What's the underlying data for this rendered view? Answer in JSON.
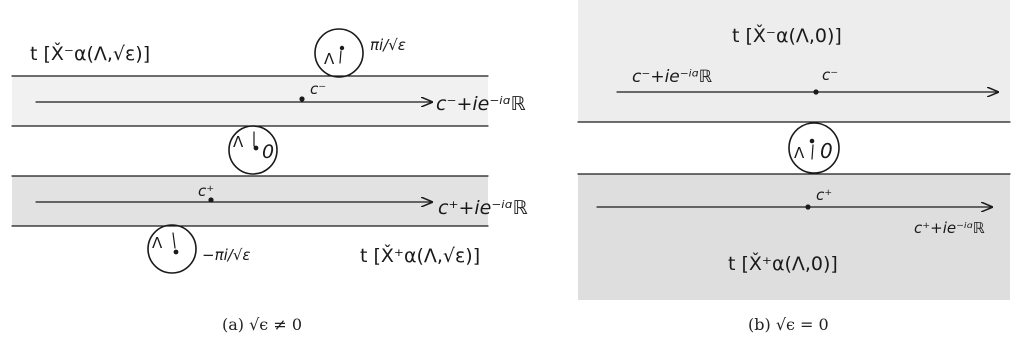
{
  "panel_a": {
    "caption": "(a)  √ϵ ≠ 0",
    "label_top": "t [X̌⁻α(Λ,√ε)]",
    "label_bottom": "t [X̌⁺α(Λ,√ε)]",
    "line_top_label": "c⁻+ie⁻ⁱᵅℝ",
    "line_bottom_label": "c⁺+ie⁻ⁱᵅℝ",
    "point_top": "c⁻",
    "point_bottom": "c⁺",
    "circle_top_label": "πi/√ε",
    "circle_mid_label": "0",
    "circle_bottom_label": "−πi/√ε",
    "lambda_symbol": "Λ"
  },
  "panel_b": {
    "caption": "(b)  √ϵ = 0",
    "label_top": "t [X̌⁻α(Λ,0)]",
    "label_bottom": "t [X̌⁺α(Λ,0)]",
    "line_top_label": "c⁻+ie⁻ⁱᵅℝ",
    "line_bottom_label": "c⁺+ie⁻ⁱᵅℝ",
    "point_top": "c⁻",
    "point_bottom": "c⁺",
    "circle_mid_label": "0",
    "lambda_symbol": "Λ"
  },
  "colors": {
    "band_light": "#f1f1f1",
    "band_mid": "#e4e4e4",
    "band_dark": "#dcdcdc",
    "ink": "#1a1a1a"
  }
}
